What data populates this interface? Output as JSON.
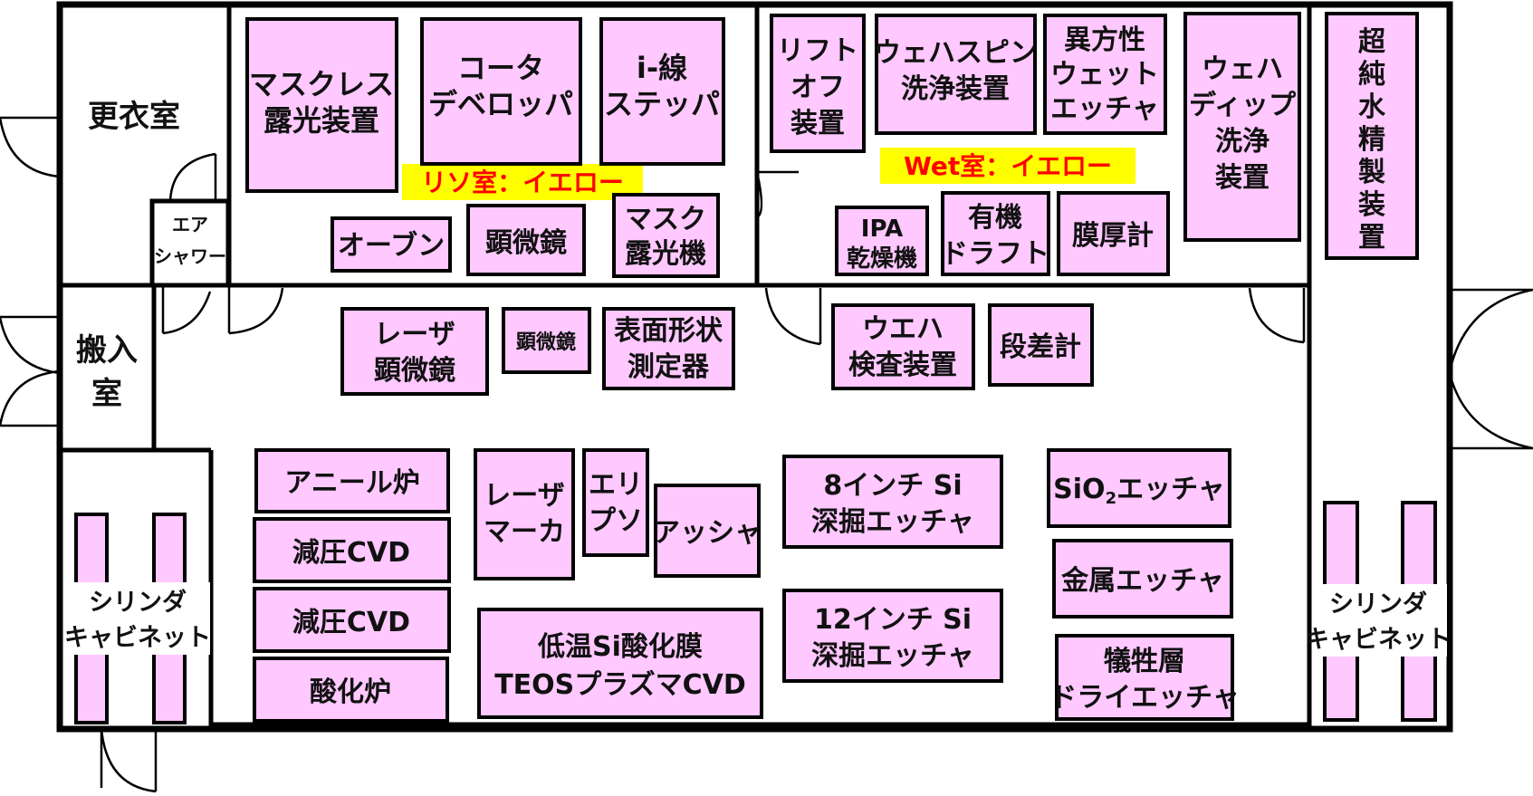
{
  "rooms": {
    "changing_room": "更衣室",
    "air_shower": [
      "エア",
      "シャワー"
    ],
    "carry_in_room": [
      "搬入",
      "室"
    ],
    "cylinder_cabinet_left": [
      "シリンダ",
      "キャビネット"
    ],
    "cylinder_cabinet_right": [
      "シリンダ",
      "キャビネット"
    ]
  },
  "zones": {
    "litho": "リソ室：イエロー",
    "wet": "Wet室：イエロー"
  },
  "equipment": {
    "maskless": [
      "マスクレス",
      "露光装置"
    ],
    "coater": [
      "コータ",
      "デベロッパ"
    ],
    "iline": [
      "i-線",
      "ステッパ"
    ],
    "oven": "オーブン",
    "microscope1": "顕微鏡",
    "mask_aligner": [
      "マスク",
      "露光機"
    ],
    "liftoff": [
      "リフト",
      "オフ",
      "装置"
    ],
    "wafer_spin": [
      "ウェハスピン",
      "洗浄装置"
    ],
    "aniso_wet": [
      "異方性",
      "ウェット",
      "エッチャ"
    ],
    "wafer_dip": [
      "ウェハ",
      "ディップ",
      "洗浄",
      "装置"
    ],
    "ultrapure": [
      "超",
      "純",
      "水",
      "精",
      "製",
      "装",
      "置"
    ],
    "ipa_dry": [
      "IPA",
      "乾燥機"
    ],
    "organic_draft": [
      "有機",
      "ドラフト"
    ],
    "film_thickness": "膜厚計",
    "laser_microscope": [
      "レーザ",
      "顕微鏡"
    ],
    "microscope2": "顕微鏡",
    "surface_shape": [
      "表面形状",
      "測定器"
    ],
    "wafer_inspection": [
      "ウエハ",
      "検査装置"
    ],
    "step_meter": "段差計",
    "anneal": "アニール炉",
    "lpcvd1": "減圧CVD",
    "lpcvd2": "減圧CVD",
    "oxidation": "酸化炉",
    "laser_marker": [
      "レーザ",
      "マーカ"
    ],
    "ellipso": [
      "エリ",
      "プソ"
    ],
    "asher": "アッシャ",
    "deep_etch_8": [
      "8インチ Si",
      "深掘エッチャ"
    ],
    "deep_etch_12": [
      "12インチ Si",
      "深掘エッチャ"
    ],
    "teos_cvd": [
      "低温Si酸化膜",
      "TEOSプラズマCVD"
    ],
    "sio2_etcher": {
      "pre": "SiO",
      "sub": "2",
      "post": "エッチャ"
    },
    "metal_etcher": "金属エッチャ",
    "sacrificial_etcher": [
      "犠牲層",
      "ドライエッチャ"
    ]
  },
  "colors": {
    "equipment_fill": "#ffc8ff",
    "zone_text": "#ff0000",
    "zone_highlight": "#ffff00"
  }
}
